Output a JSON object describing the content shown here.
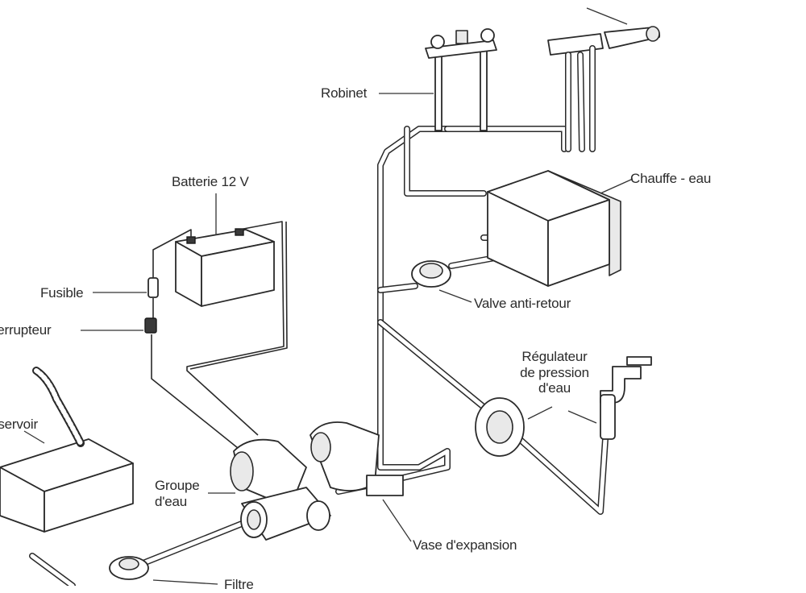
{
  "labels": {
    "robinet": "Robinet",
    "chauffe_eau": "Chauffe - eau",
    "batterie": "Batterie 12 V",
    "fusible": "Fusible",
    "interrupteur": "Interrupteur",
    "valve_anti_retour": "Valve anti-retour",
    "regulateur_line1": "Régulateur",
    "regulateur_line2": "de pression",
    "regulateur_line3": "d'eau",
    "reservoir": "Réservoir",
    "groupe_line1": "Groupe",
    "groupe_line2": "d'eau",
    "vase_expansion": "Vase d'expansion",
    "filtre": "Filtre"
  }
}
